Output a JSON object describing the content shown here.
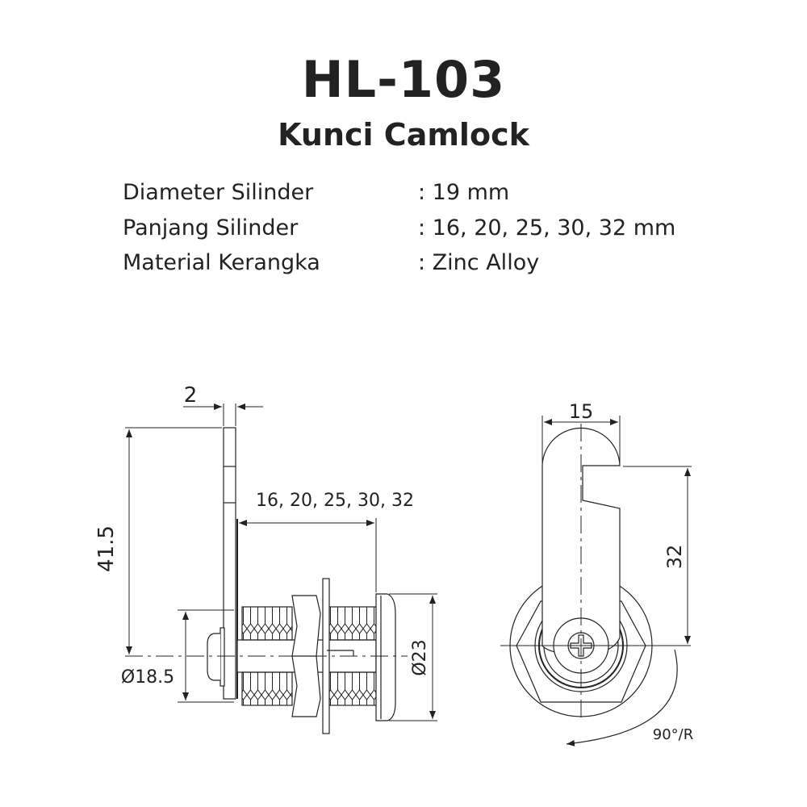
{
  "header": {
    "title": "HL-103",
    "subtitle": "Kunci Camlock"
  },
  "specs": [
    {
      "label": "Diameter Silinder",
      "value": ": 19 mm"
    },
    {
      "label": "Panjang Silinder",
      "value": ": 16, 20, 25, 30, 32 mm"
    },
    {
      "label": "Material Kerangka",
      "value": ": Zinc Alloy"
    }
  ],
  "side_view": {
    "plate_thickness": "2",
    "height": "41.5",
    "lengths": "16, 20, 25, 30, 32",
    "thread_diameter": "Ø18.5",
    "face_diameter": "Ø23"
  },
  "front_view": {
    "cam_width": "15",
    "cam_length": "32",
    "rotation": "90°/R"
  }
}
